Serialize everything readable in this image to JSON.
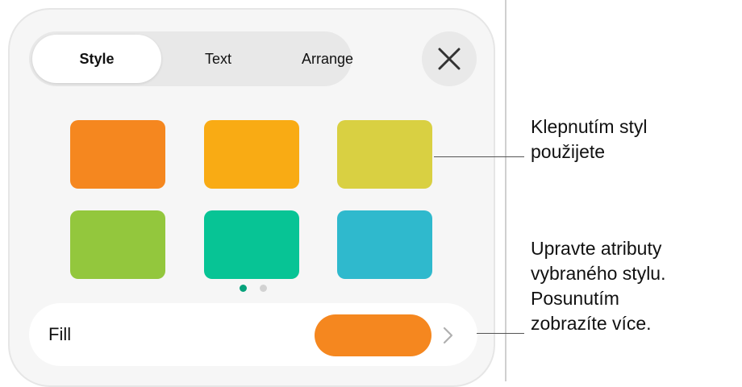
{
  "tabs": [
    {
      "label": "Style",
      "selected": true
    },
    {
      "label": "Text",
      "selected": false
    },
    {
      "label": "Arrange",
      "selected": false
    }
  ],
  "close_icon": "close-icon",
  "swatches": [
    {
      "color": "#f5871f"
    },
    {
      "color": "#f9ab14"
    },
    {
      "color": "#d9d042"
    },
    {
      "color": "#93c73d"
    },
    {
      "color": "#07c495"
    },
    {
      "color": "#2fb9cd"
    }
  ],
  "page_indicator": {
    "pages": 2,
    "current": 1,
    "active_color": "#07a27b",
    "inactive_color": "#d2d2d2"
  },
  "fill": {
    "label": "Fill",
    "color": "#f5871f",
    "chevron_icon": "chevron-right-icon"
  },
  "callouts": {
    "style": [
      "Klepnutím styl",
      "použijete"
    ],
    "attributes": [
      "Upravte atributy",
      "vybraného stylu.",
      "Posunutím",
      "zobrazíte více."
    ]
  }
}
